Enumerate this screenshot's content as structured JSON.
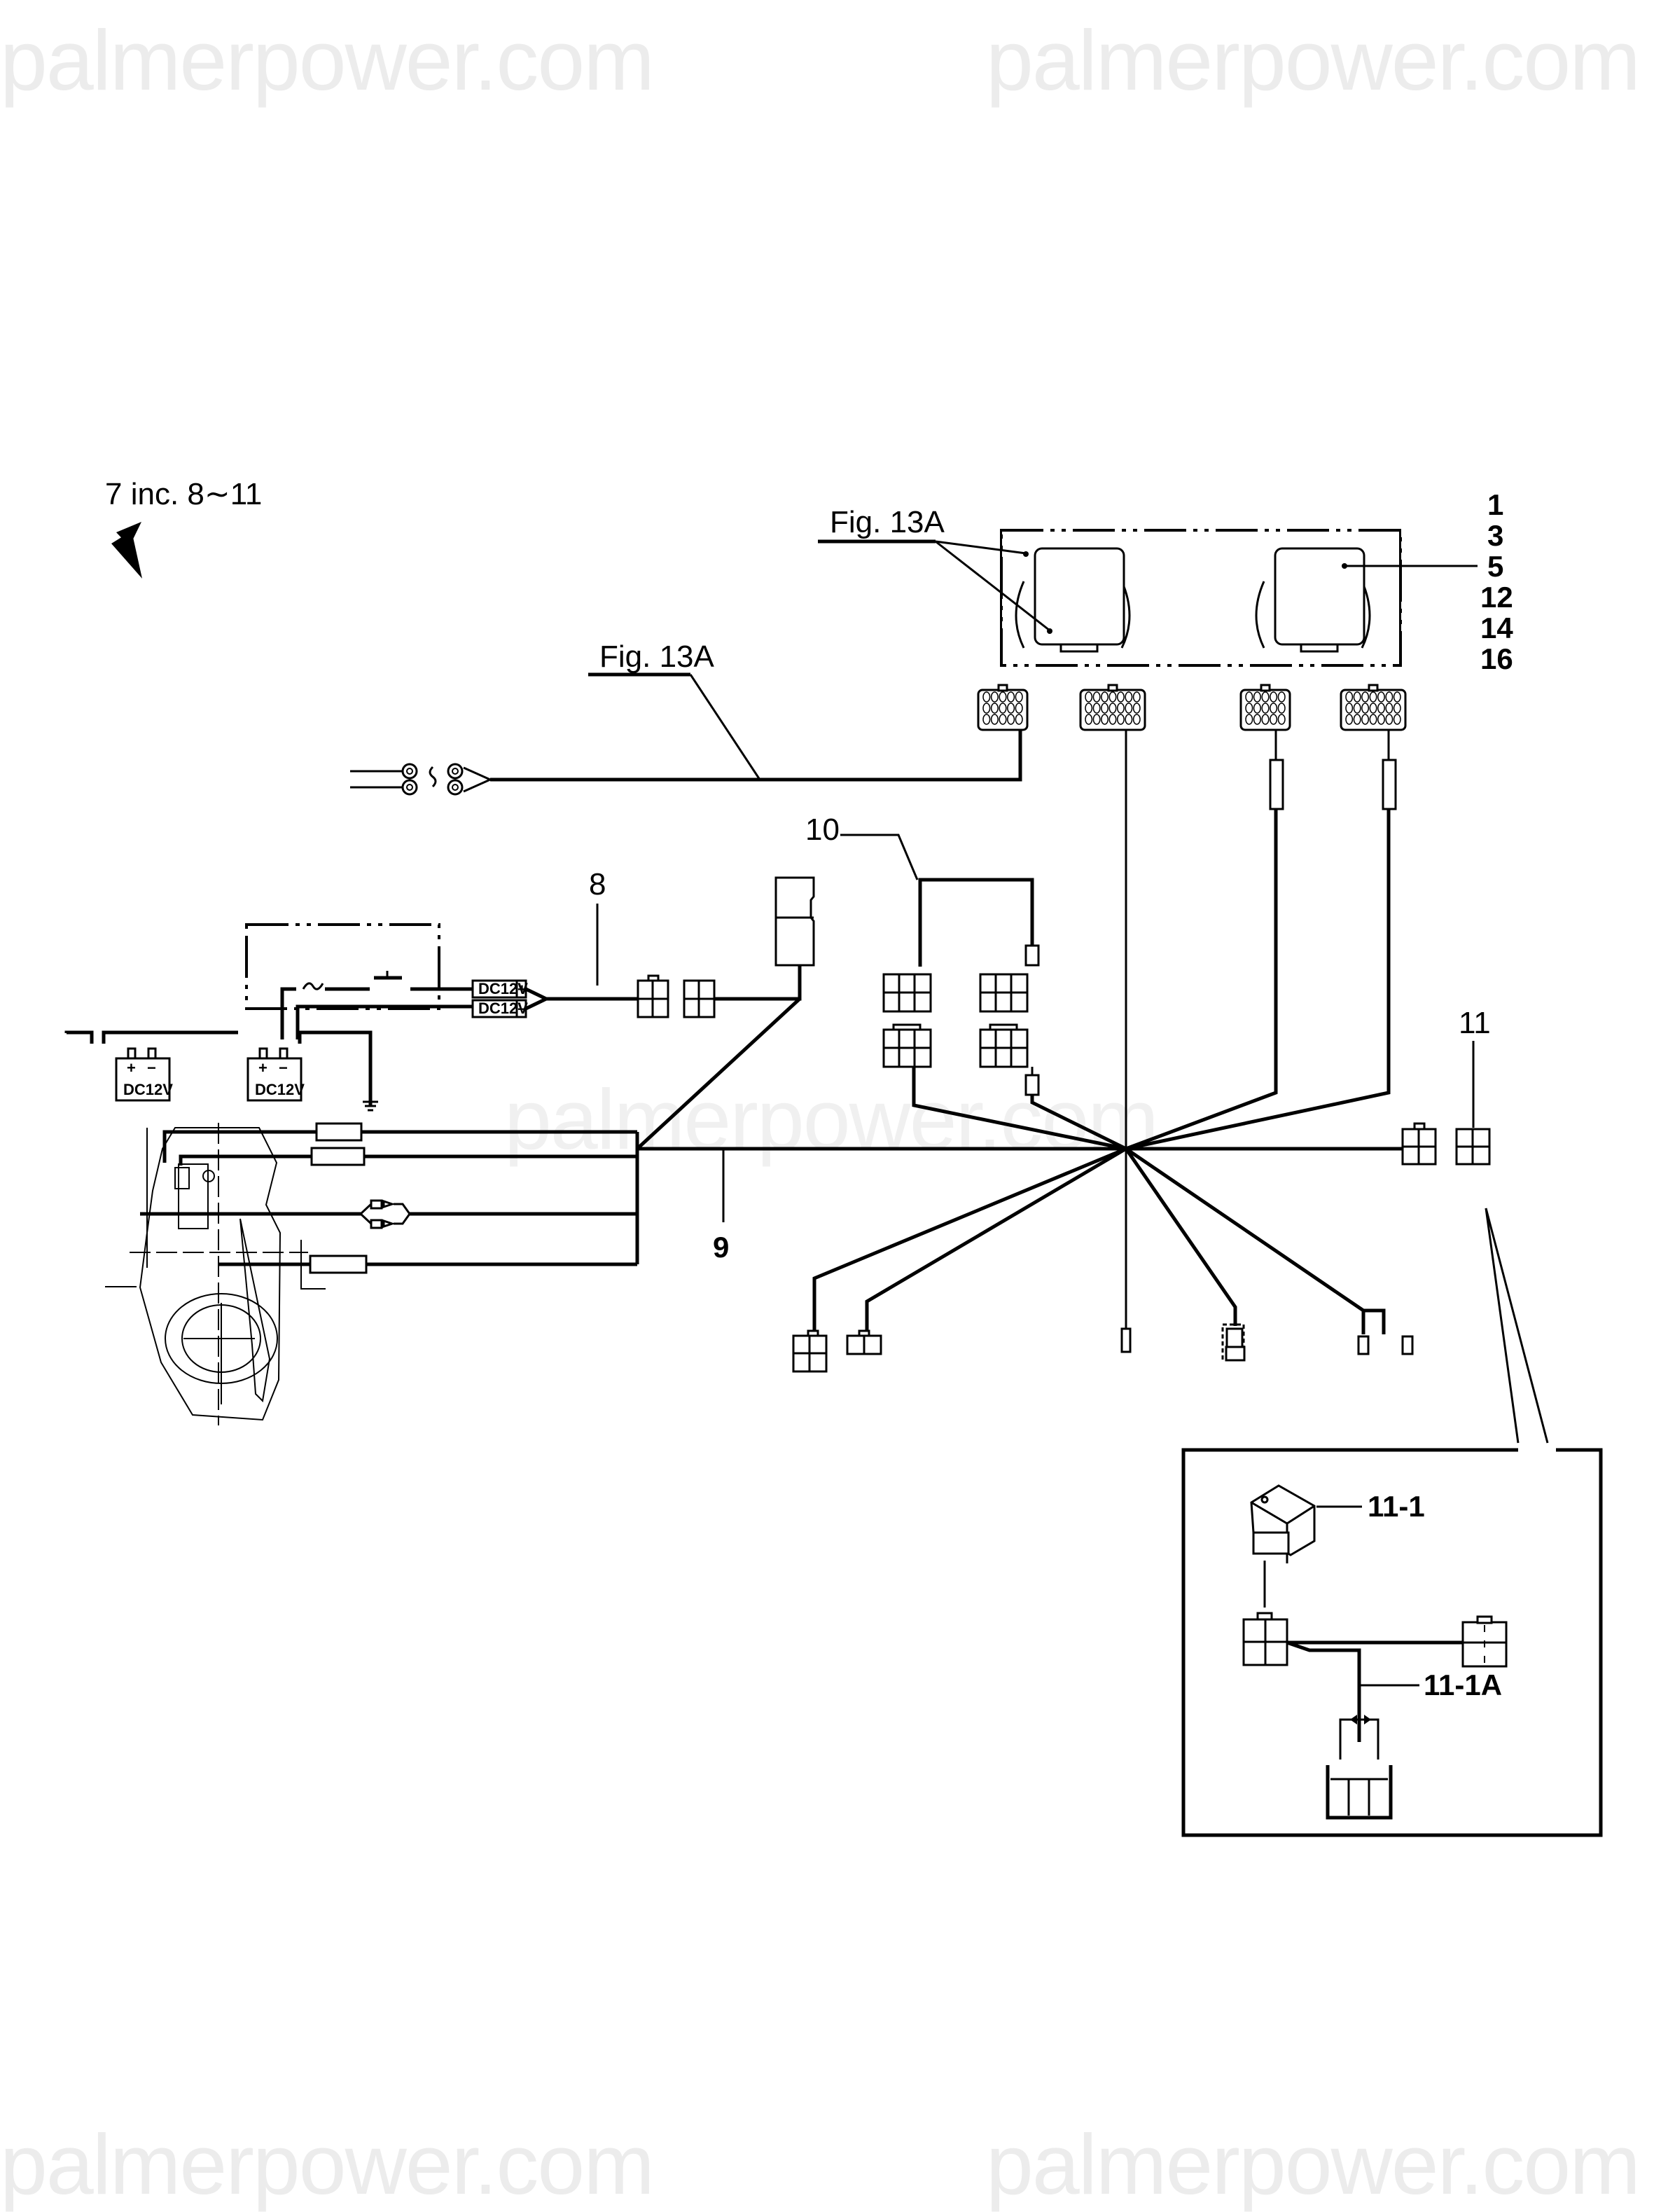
{
  "watermark": {
    "text": "palmerpower.com"
  },
  "assembly": {
    "title": "7 inc. 8∼11"
  },
  "references": {
    "fig_top": "Fig. 13A",
    "fig_left": "Fig. 13A"
  },
  "controller_part_numbers": [
    "1",
    "3",
    "5",
    "12",
    "14",
    "16"
  ],
  "callouts": {
    "harness_8": "8",
    "harness_9": "9",
    "harness_10": "10",
    "relay_11": "11",
    "relay_11_1": "11-1",
    "relay_11_1A": "11-1A"
  },
  "battery_labels": {
    "battery_1": "DC12V",
    "battery_2": "DC12V",
    "plus": "+",
    "minus": "−",
    "connector_pos": "DC12V",
    "connector_neg": "DC12V"
  }
}
